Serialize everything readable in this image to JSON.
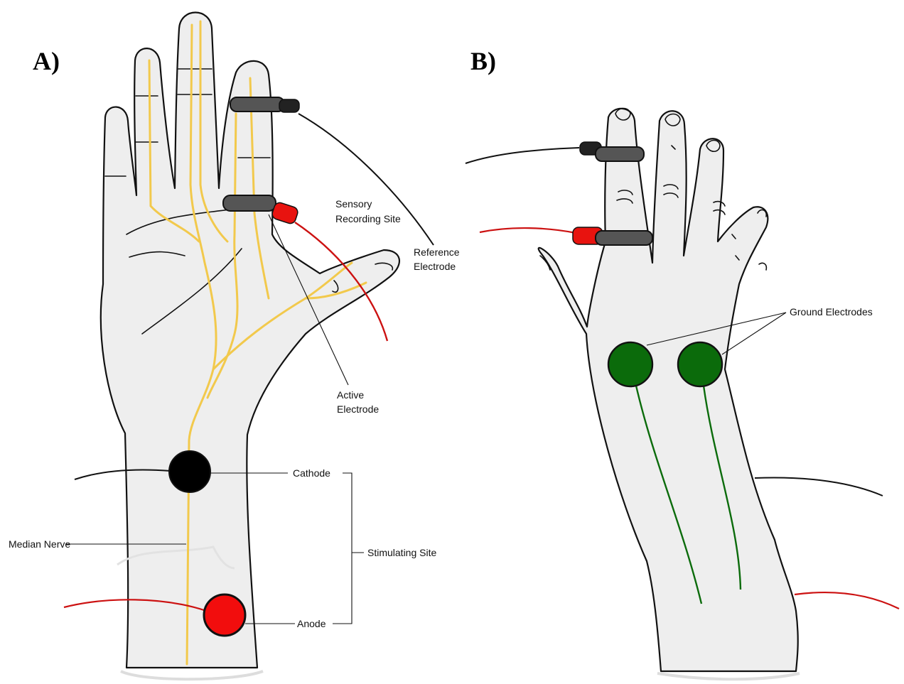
{
  "panels": {
    "a": {
      "letter": "A)",
      "labels": {
        "sensory_line1": "Sensory",
        "sensory_line2": "Recording Site",
        "reference_line1": "Reference",
        "reference_line2": "Electrode",
        "active_line1": "Active",
        "active_line2": "Electrode",
        "cathode": "Cathode",
        "median_nerve": "Median Nerve",
        "stimulating_site": "Stimulating Site",
        "anode": "Anode"
      }
    },
    "b": {
      "letter": "B)",
      "labels": {
        "ground_electrodes": "Ground Electrodes"
      }
    }
  },
  "colors": {
    "skin": "#eeeeee",
    "outline": "#111111",
    "nerve": "#f2c94c",
    "active_electrode": "#e8130f",
    "reference_ring": "#555555",
    "cathode": "#000000",
    "anode": "#f20d0d",
    "ground_electrode": "#0b6b0b"
  }
}
